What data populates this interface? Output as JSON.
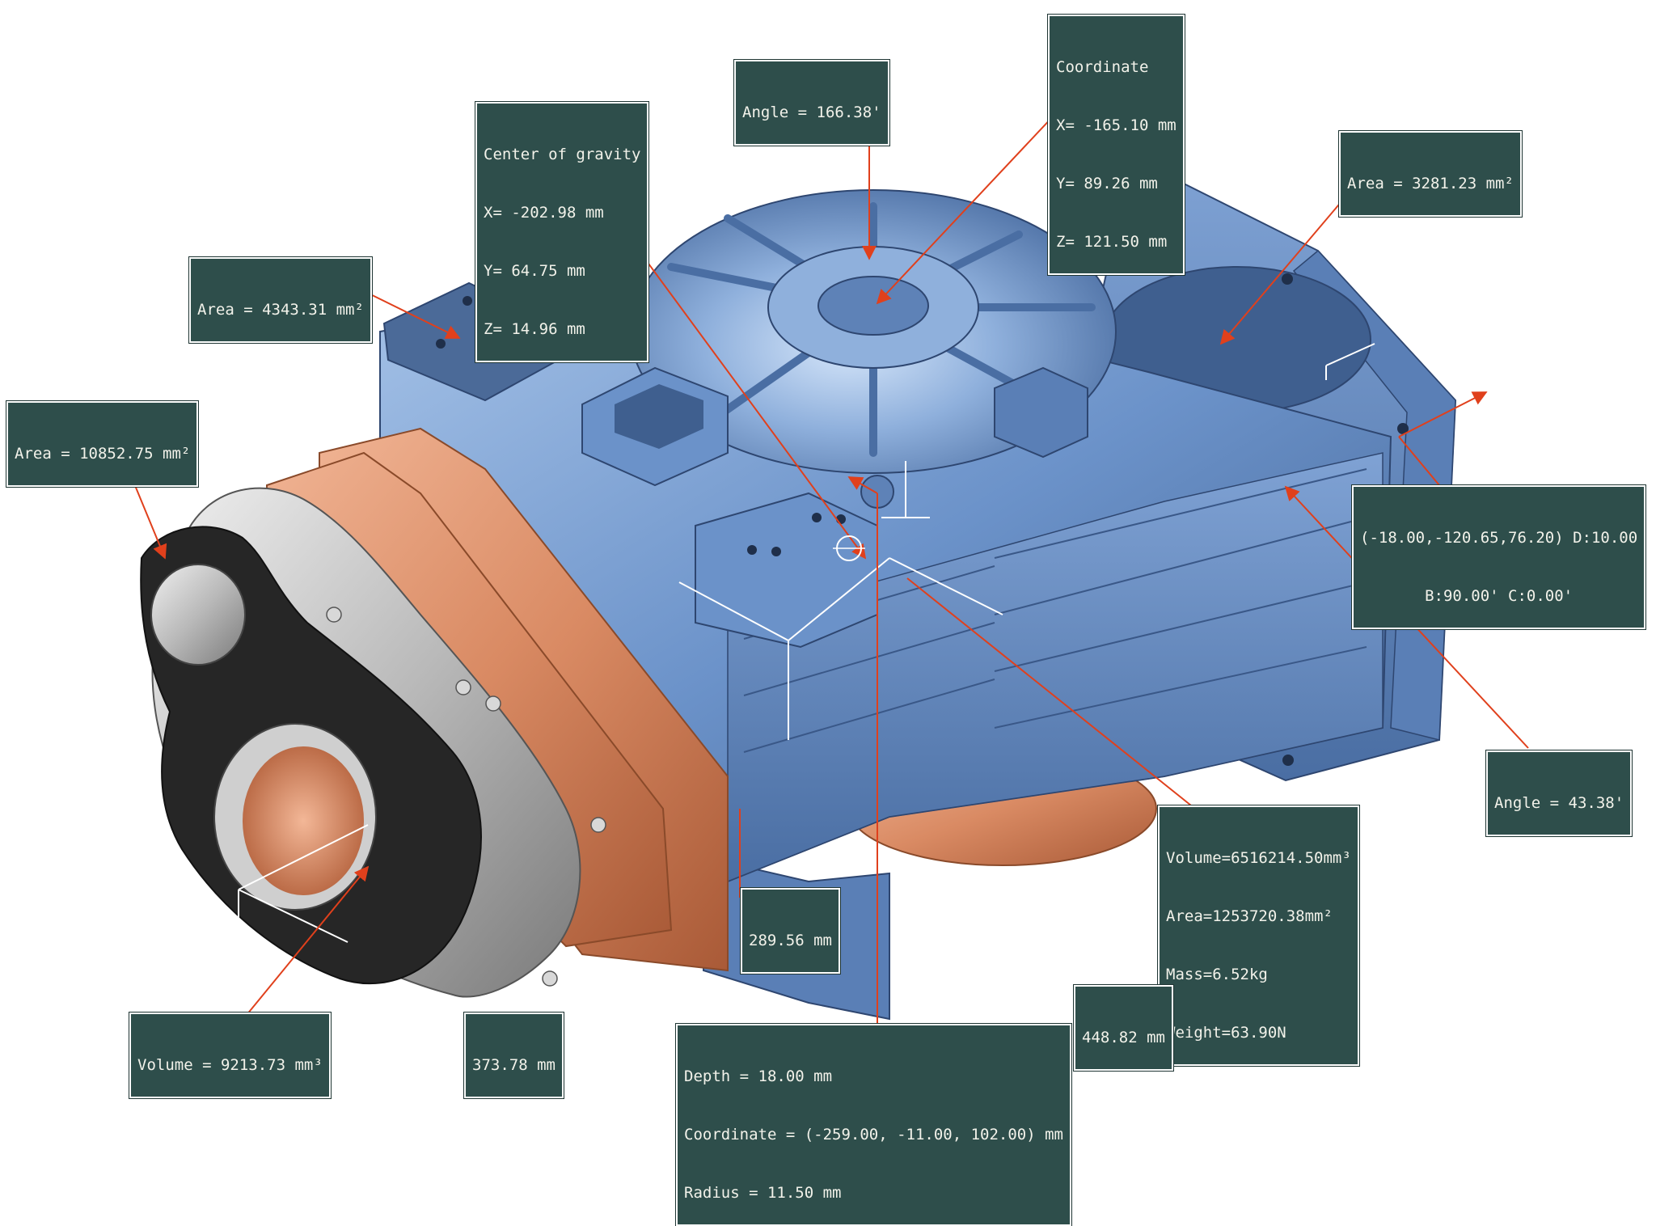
{
  "viewport": {
    "background": "#ffffff",
    "model_colors": {
      "housing_blue": "#6b92c9",
      "housing_blue_light": "#a6c3e8",
      "housing_blue_dark": "#3f5f8f",
      "copper": "#d98a63",
      "copper_dark": "#a95a37",
      "gasket_black": "#262626",
      "silver": "#b9b9b9",
      "silver_light": "#e2e2e2"
    },
    "annotation_colors": {
      "label_bg": "#2e4e4b",
      "label_text": "#f2f2ea",
      "leader": "#e0401c",
      "arrow": "#e0401c"
    }
  },
  "annotations": {
    "angle_top": {
      "lines": [
        "Angle = 166.38'"
      ]
    },
    "coordinate": {
      "lines": [
        "Coordinate",
        "X= -165.10 mm",
        "Y= 89.26 mm",
        "Z= 121.50 mm"
      ]
    },
    "center_of_gravity": {
      "lines": [
        "Center of gravity",
        "X= -202.98 mm",
        "Y= 64.75 mm",
        "Z= 14.96 mm"
      ]
    },
    "area_right_flange": {
      "lines": [
        "Area = 3281.23 mm²"
      ]
    },
    "area_top_pad": {
      "lines": [
        "Area = 4343.31 mm²"
      ]
    },
    "area_front_gasket": {
      "lines": [
        "Area = 10852.75 mm²"
      ]
    },
    "hole_feature": {
      "lines": [
        "(-18.00,-120.65,76.20) D:10.00",
        "B:90.00' C:0.00'"
      ]
    },
    "angle_right": {
      "lines": [
        "Angle = 43.38'"
      ]
    },
    "mass_properties": {
      "lines": [
        "Volume=6516214.50mm³",
        "Area=1253720.38mm²",
        "Mass=6.52kg",
        "Weight=63.90N"
      ]
    },
    "dim_height": {
      "lines": [
        "289.56 mm"
      ]
    },
    "dim_width": {
      "lines": [
        "448.82 mm"
      ]
    },
    "dim_length": {
      "lines": [
        "373.78 mm"
      ]
    },
    "volume_front": {
      "lines": [
        "Volume = 9213.73 mm³"
      ]
    },
    "depth_info": {
      "lines": [
        "Depth = 18.00 mm",
        "Coordinate = (-259.00, -11.00, 102.00) mm",
        "Radius = 11.50 mm"
      ]
    }
  }
}
